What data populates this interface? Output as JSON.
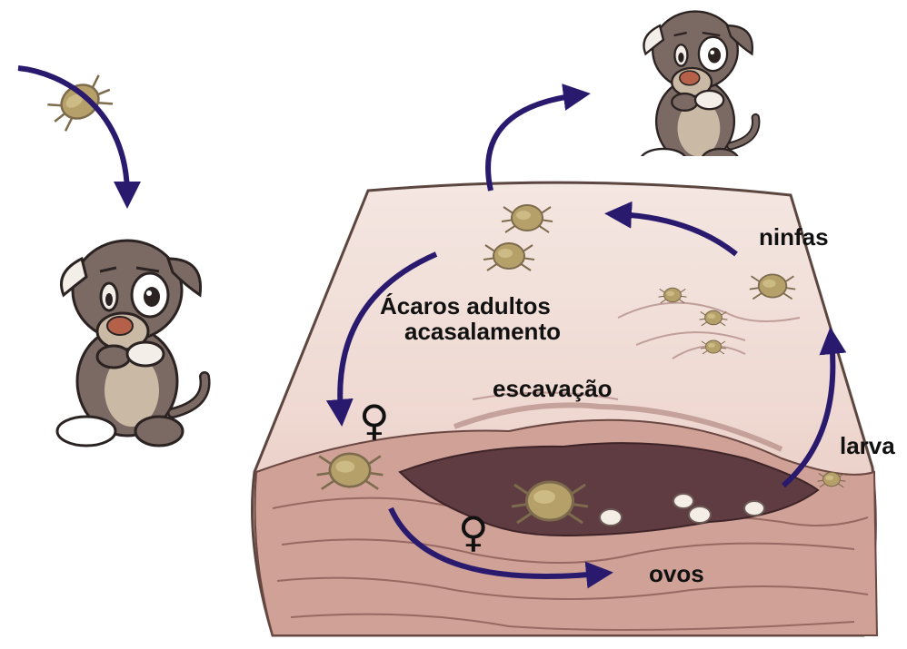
{
  "labels": {
    "adults_line1": "Ácaros adultos",
    "adults_line2": "acasalamento",
    "nymphs": "ninfas",
    "burrow": "escavação",
    "larva": "larva",
    "eggs": "ovos",
    "female_symbol_1": "♀",
    "female_symbol_2": "♀"
  },
  "colors": {
    "arrow": "#2a1a6e",
    "skin_top": "#f2e2dc",
    "skin_layer": "#c99a90",
    "skin_dark": "#8b5a55",
    "dog_brown": "#7a6a63",
    "dog_belly": "#c9b9a5",
    "mite": "#b6a069"
  },
  "icons": [
    "puppy-scratching-icon",
    "mite-icon",
    "egg-icon",
    "female-symbol-icon"
  ]
}
